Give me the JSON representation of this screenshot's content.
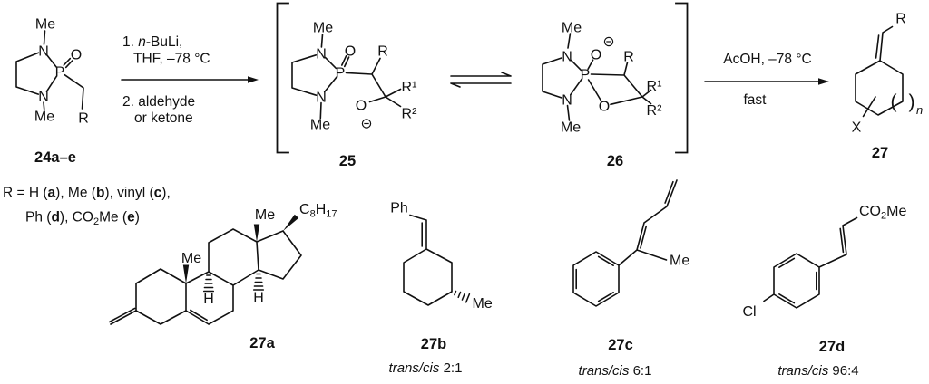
{
  "colors": {
    "ink": "#111111",
    "background": "#ffffff"
  },
  "atoms": {
    "me": "Me",
    "n": "N",
    "p": "P",
    "o": "O",
    "r": "R",
    "r1": "R¹",
    "r2": "R²",
    "h": "H",
    "x": "X",
    "cl": "Cl",
    "ph": "Ph"
  },
  "subscript_groups": {
    "co2me": {
      "pre": "CO",
      "sub": "2",
      "post": "Me"
    },
    "c8h17": {
      "c": "C",
      "sub8": "8",
      "h": "H",
      "sub17": "17"
    },
    "ring_size": {
      "open": "(",
      "close": ")",
      "sub": "n"
    }
  },
  "compound_labels": {
    "c24": "24a–e",
    "c25": "25",
    "c26": "26",
    "c27": "27",
    "c27a": "27a",
    "c27b": "27b",
    "c27c": "27c",
    "c27d": "27d"
  },
  "step1": {
    "prefix": "1. ",
    "italic": "n",
    "suffix": "-BuLi,",
    "line2": "THF, –78 °C"
  },
  "step2": {
    "line1": "2. aldehyde",
    "line2": "or ketone"
  },
  "quench": {
    "line1": "AcOH, –78 °C",
    "line2": "fast"
  },
  "legend": {
    "seg1": "R = H (",
    "a": "a",
    "seg2": "), Me (",
    "b": "b",
    "seg3": "), vinyl (",
    "c": "c",
    "seg4": "),",
    "seg5": "Ph (",
    "d": "d",
    "seg6": "), CO",
    "sub": "2",
    "seg7": "Me (",
    "e": "e",
    "seg8": ")"
  },
  "ratios": {
    "b": {
      "italic": "trans/cis",
      "value": " 2:1"
    },
    "c": {
      "italic": "trans/cis",
      "value": " 6:1"
    },
    "d": {
      "italic": "trans/cis",
      "value": " 96:4"
    }
  }
}
